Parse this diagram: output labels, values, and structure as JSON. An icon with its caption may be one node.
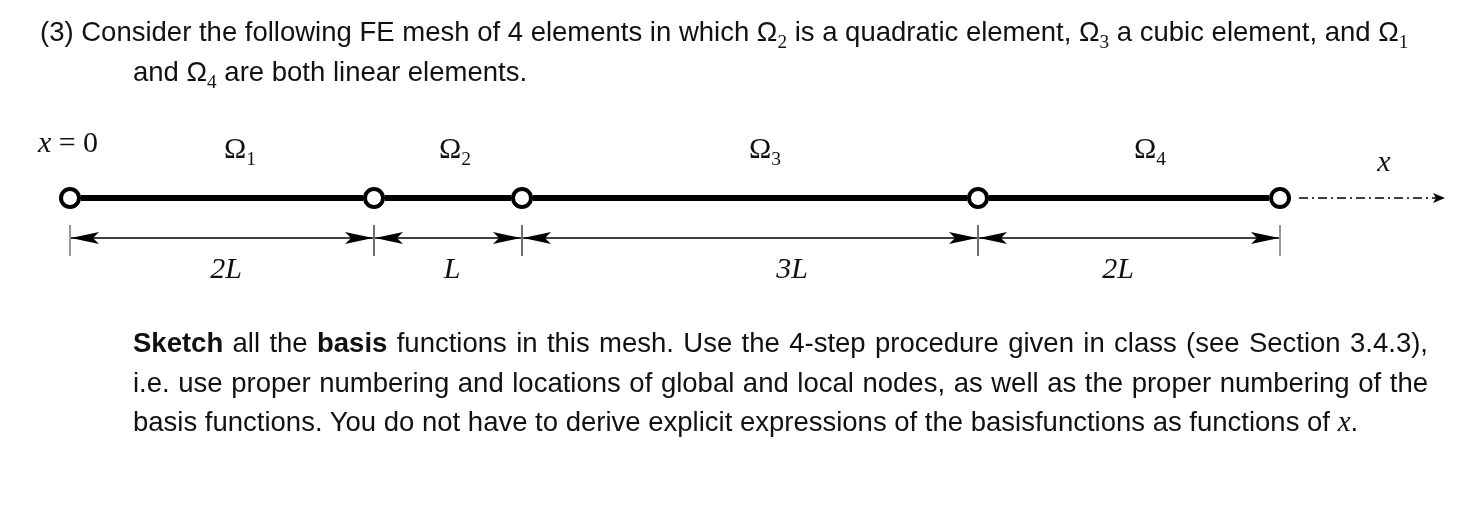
{
  "diagram": {
    "title": "(3) Consider the following FE mesh of 4 elements in which Ω$_{2}$ is a quadratic element, Ω$_{3}$ a cubic element, and Ω$_{1}$ and Ω$_{4}$ are both linear elements.",
    "caption": "**Sketch** all the **basis** functions in this mesh. Use the 4-step procedure given in class (see Section 3.4.3), i.e. use proper numbering and locations of global and local nodes, as well as the proper numbering of the basis functions. You do not have to derive explicit expressions of the basisfunctions as functions of *x*.",
    "nodes": [
      {
        "text": [],
        "shape": "circle"
      },
      {
        "text": [],
        "shape": "circle"
      },
      {
        "text": [],
        "shape": "circle"
      },
      {
        "text": [],
        "shape": "circle"
      },
      {
        "text": [],
        "shape": "circle"
      }
    ],
    "edges": [
      {
        "from": 0,
        "to": 1,
        "arrow": "none"
      },
      {
        "from": 1,
        "to": 2,
        "arrow": "none"
      },
      {
        "from": 2,
        "to": 3,
        "arrow": "none"
      },
      {
        "from": 3,
        "to": 4,
        "arrow": "none"
      },
      {
        "from": 4,
        "to": null,
        "arrow": "to",
        "style": "dashed"
      }
    ],
    "labels": [
      "*x* = 0",
      "Ω$_{1}$",
      "Ω$_{2}$",
      "Ω$_{3}$",
      "Ω$_{4}$",
      "x",
      "2L",
      "L",
      "3L",
      "2L"
    ]
  }
}
